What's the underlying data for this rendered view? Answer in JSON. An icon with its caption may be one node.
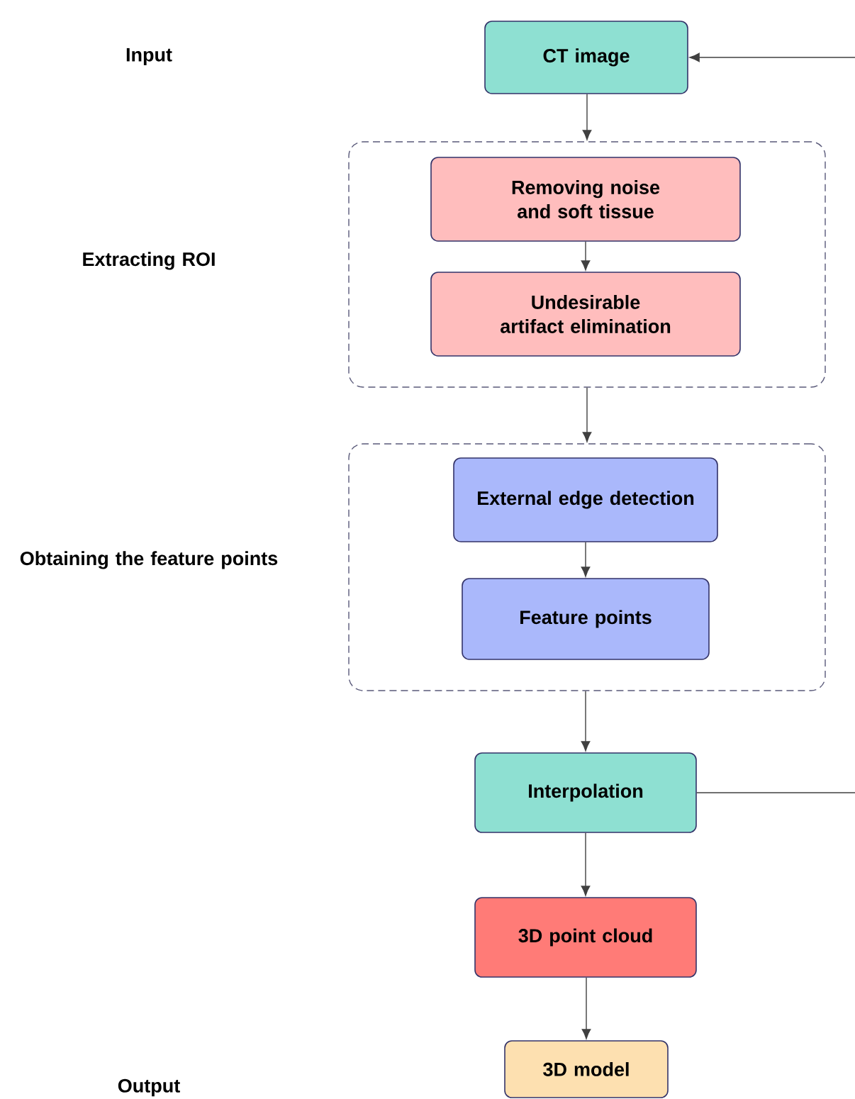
{
  "diagram": {
    "nodes": [
      {
        "text": [
          "CT image"
        ]
      },
      {
        "text": [],
        "shape": "box"
      },
      {
        "text": [
          "Removing noise and soft tissue"
        ],
        "in": 1
      },
      {
        "text": [
          "Undesirable artifact elimination"
        ],
        "in": 1
      },
      {
        "text": [],
        "shape": "box"
      },
      {
        "text": [
          "External edge detection"
        ],
        "in": 4
      },
      {
        "text": [
          "Feature points"
        ],
        "in": 4
      },
      {
        "text": [
          "Interpolation"
        ]
      },
      {
        "text": [
          "3D point cloud"
        ]
      },
      {
        "text": [
          "3D model"
        ]
      }
    ],
    "edges": [
      {
        "from": 0,
        "to": 1,
        "arrow": "to"
      },
      {
        "from": 2,
        "to": 3,
        "arrow": "to"
      },
      {
        "from": 1,
        "to": 4,
        "arrow": "to"
      },
      {
        "from": 5,
        "to": 6,
        "arrow": "to"
      },
      {
        "from": 4,
        "to": 7,
        "arrow": "to"
      },
      {
        "from": 7,
        "to": 8,
        "arrow": "to"
      },
      {
        "from": 8,
        "to": 9,
        "arrow": "to"
      },
      {
        "from": null,
        "to": 0,
        "arrow": "to"
      },
      {
        "from": 7,
        "to": null,
        "arrow": "none"
      }
    ],
    "labels": [
      "Input",
      "Extracting ROI",
      "Obtaining the feature points",
      "Output"
    ]
  }
}
